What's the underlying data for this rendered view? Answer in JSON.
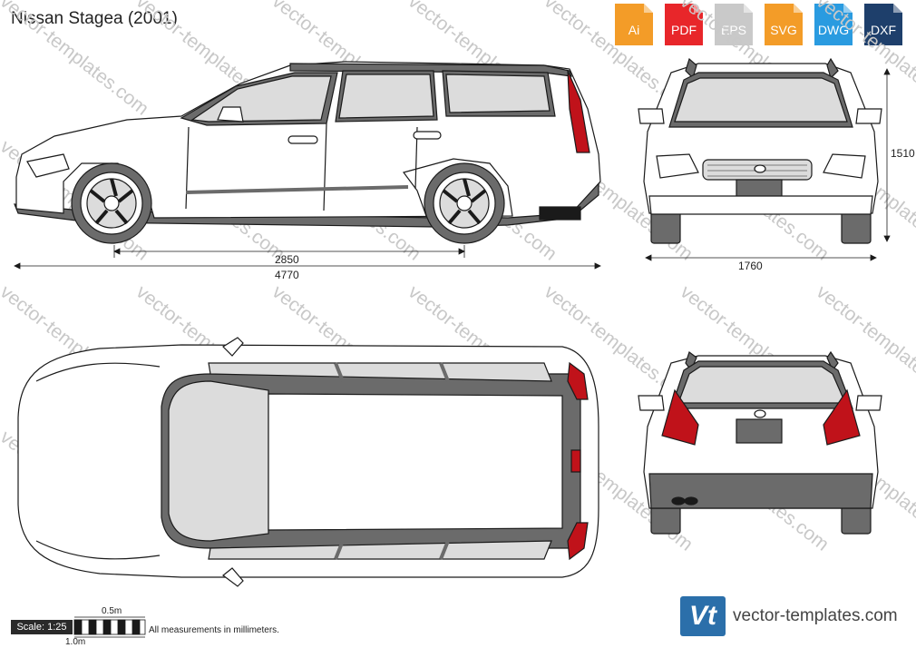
{
  "title": "Nissan Stagea (2001)",
  "formats": [
    {
      "label": "Ai",
      "color": "#f39c28"
    },
    {
      "label": "PDF",
      "color": "#e8262a"
    },
    {
      "label": "EPS",
      "color": "#c9c9c9"
    },
    {
      "label": "SVG",
      "color": "#f39c28"
    },
    {
      "label": "DWG",
      "color": "#2a9be0"
    },
    {
      "label": "DXF",
      "color": "#1e3f6b"
    }
  ],
  "dimensions": {
    "wheelbase": "2850",
    "length": "4770",
    "height": "1510",
    "width": "1760"
  },
  "scale": {
    "label": "Scale: 1:25",
    "half_meter": "0.5m",
    "meter": "1.0m"
  },
  "note": "All measurements in millimeters.",
  "brand": {
    "logo": "Vt",
    "site": "vector-templates.com"
  },
  "watermark": "vector-templates.com",
  "colors": {
    "outline": "#1a1a1a",
    "body": "#ffffff",
    "glass": "#dcdcdc",
    "trim": "#6b6b6b",
    "taillight": "#c0121a"
  }
}
